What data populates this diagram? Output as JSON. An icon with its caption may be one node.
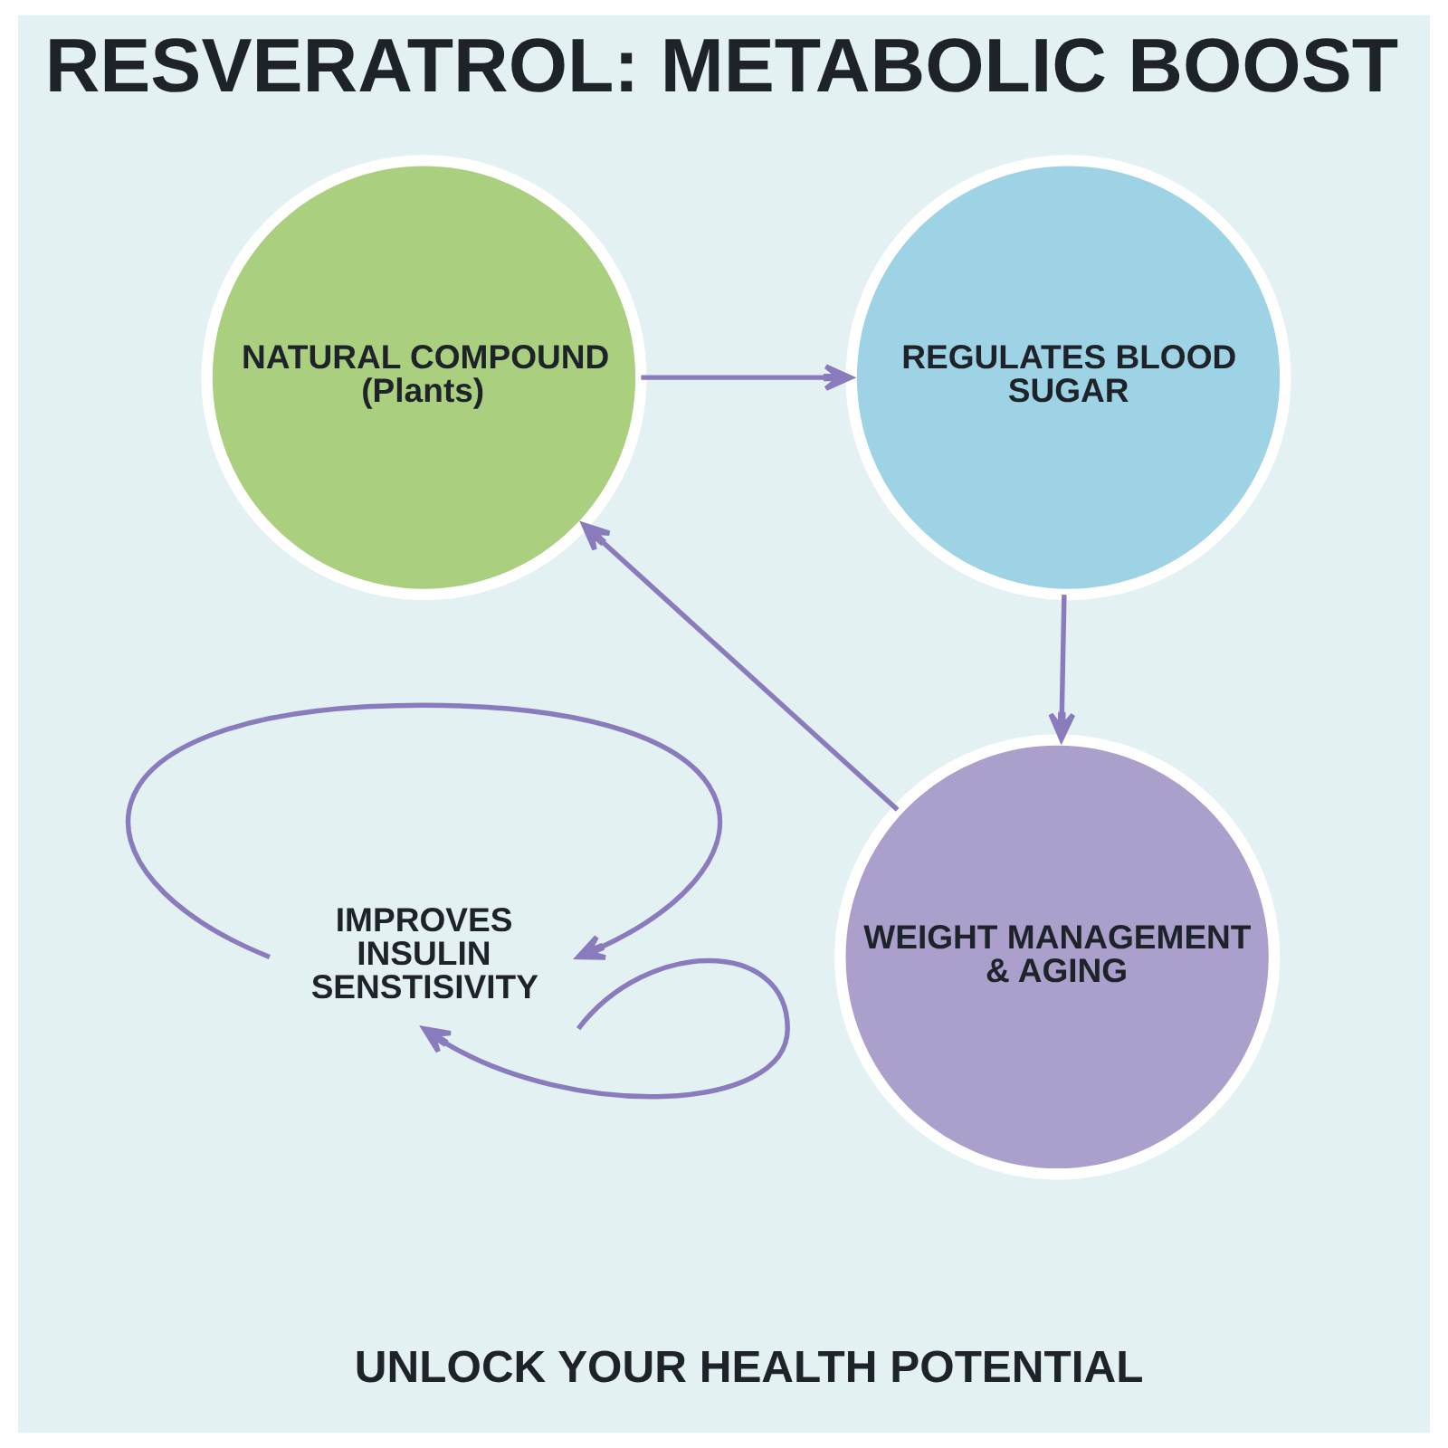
{
  "diagram": {
    "title": "RESVERATROL: METABOLIC BOOST",
    "caption": "UNLOCK YOUR HEALTH POTENTIAL",
    "nodes": [
      {
        "text": [
          "NATURAL COMPOUND (Plants)"
        ]
      },
      {
        "text": [
          "REGULATES BLOOD SUGAR"
        ]
      },
      {
        "text": [
          "WEIGHT MANAGEMENT & AGING"
        ]
      },
      {
        "text": [
          "IMPROVES INSULIN SENSTISIVITY"
        ]
      }
    ],
    "edges": [
      {
        "from": 0,
        "to": 1,
        "arrow": "to"
      },
      {
        "from": 1,
        "to": 2,
        "arrow": "to"
      },
      {
        "from": 2,
        "to": 0,
        "arrow": "to"
      },
      {
        "from": 3,
        "to": 3,
        "arrow": "to"
      },
      {
        "from": 3,
        "to": 3,
        "arrow": "to"
      }
    ]
  }
}
